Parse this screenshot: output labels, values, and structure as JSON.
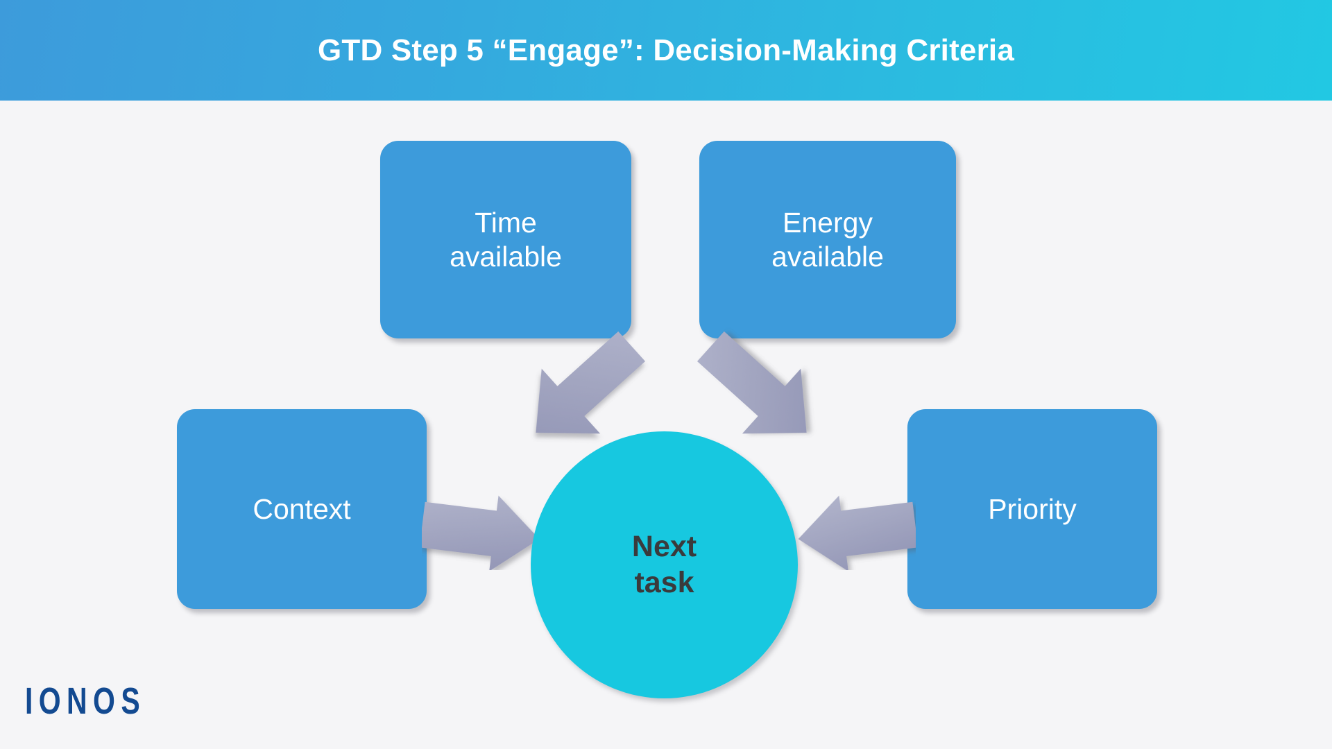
{
  "header": {
    "title": "GTD Step 5 “Engage”: Decision-Making Criteria",
    "gradient_start": "#3D9BDB",
    "gradient_end": "#22C8E3"
  },
  "diagram": {
    "background_color": "#F5F5F7",
    "box_color": "#3D9BDB",
    "circle_color": "#17C8E0",
    "arrow_color": "#A0A2C0",
    "center": {
      "label": "Next\ntask",
      "text_color": "#3A3A3C"
    },
    "nodes": [
      {
        "id": "time",
        "label": "Time\navailable",
        "position": "top-left"
      },
      {
        "id": "energy",
        "label": "Energy\navailable",
        "position": "top-right"
      },
      {
        "id": "context",
        "label": "Context",
        "position": "left"
      },
      {
        "id": "priority",
        "label": "Priority",
        "position": "right"
      }
    ],
    "arrows": [
      {
        "id": "time-to-task",
        "from": "time",
        "to": "center",
        "direction": "down-right"
      },
      {
        "id": "energy-to-task",
        "from": "energy",
        "to": "center",
        "direction": "down-left"
      },
      {
        "id": "context-to-task",
        "from": "context",
        "to": "center",
        "direction": "right"
      },
      {
        "id": "priority-to-task",
        "from": "priority",
        "to": "center",
        "direction": "left"
      }
    ]
  },
  "footer": {
    "logo_text": "IONOS",
    "logo_color": "#134A91"
  }
}
